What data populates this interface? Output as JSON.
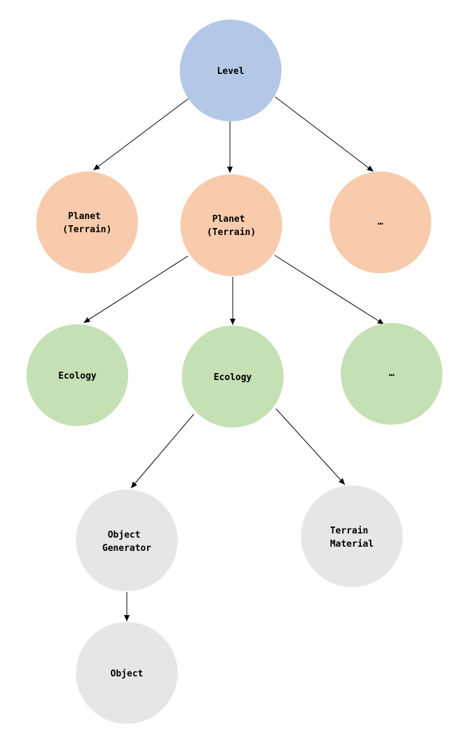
{
  "colors": {
    "level": "#b4c7e7",
    "planet": "#f8cbad",
    "ecology": "#c5e0b4",
    "component": "#e7e6e6",
    "edge": "#000000"
  },
  "nodes": {
    "level": {
      "lines": [
        "Level"
      ]
    },
    "planet_1": {
      "lines": [
        "Planet",
        "(Terrain)"
      ]
    },
    "planet_2": {
      "lines": [
        "Planet",
        "(Terrain)"
      ]
    },
    "planet_more": {
      "lines": [
        "…"
      ]
    },
    "ecology_1": {
      "lines": [
        "Ecology"
      ]
    },
    "ecology_2": {
      "lines": [
        "Ecology"
      ]
    },
    "ecology_more": {
      "lines": [
        "…"
      ]
    },
    "object_generator": {
      "lines": [
        "Object",
        "Generator"
      ]
    },
    "terrain_material": {
      "lines": [
        "Terrain",
        "Material"
      ]
    },
    "object": {
      "lines": [
        "Object"
      ]
    }
  }
}
